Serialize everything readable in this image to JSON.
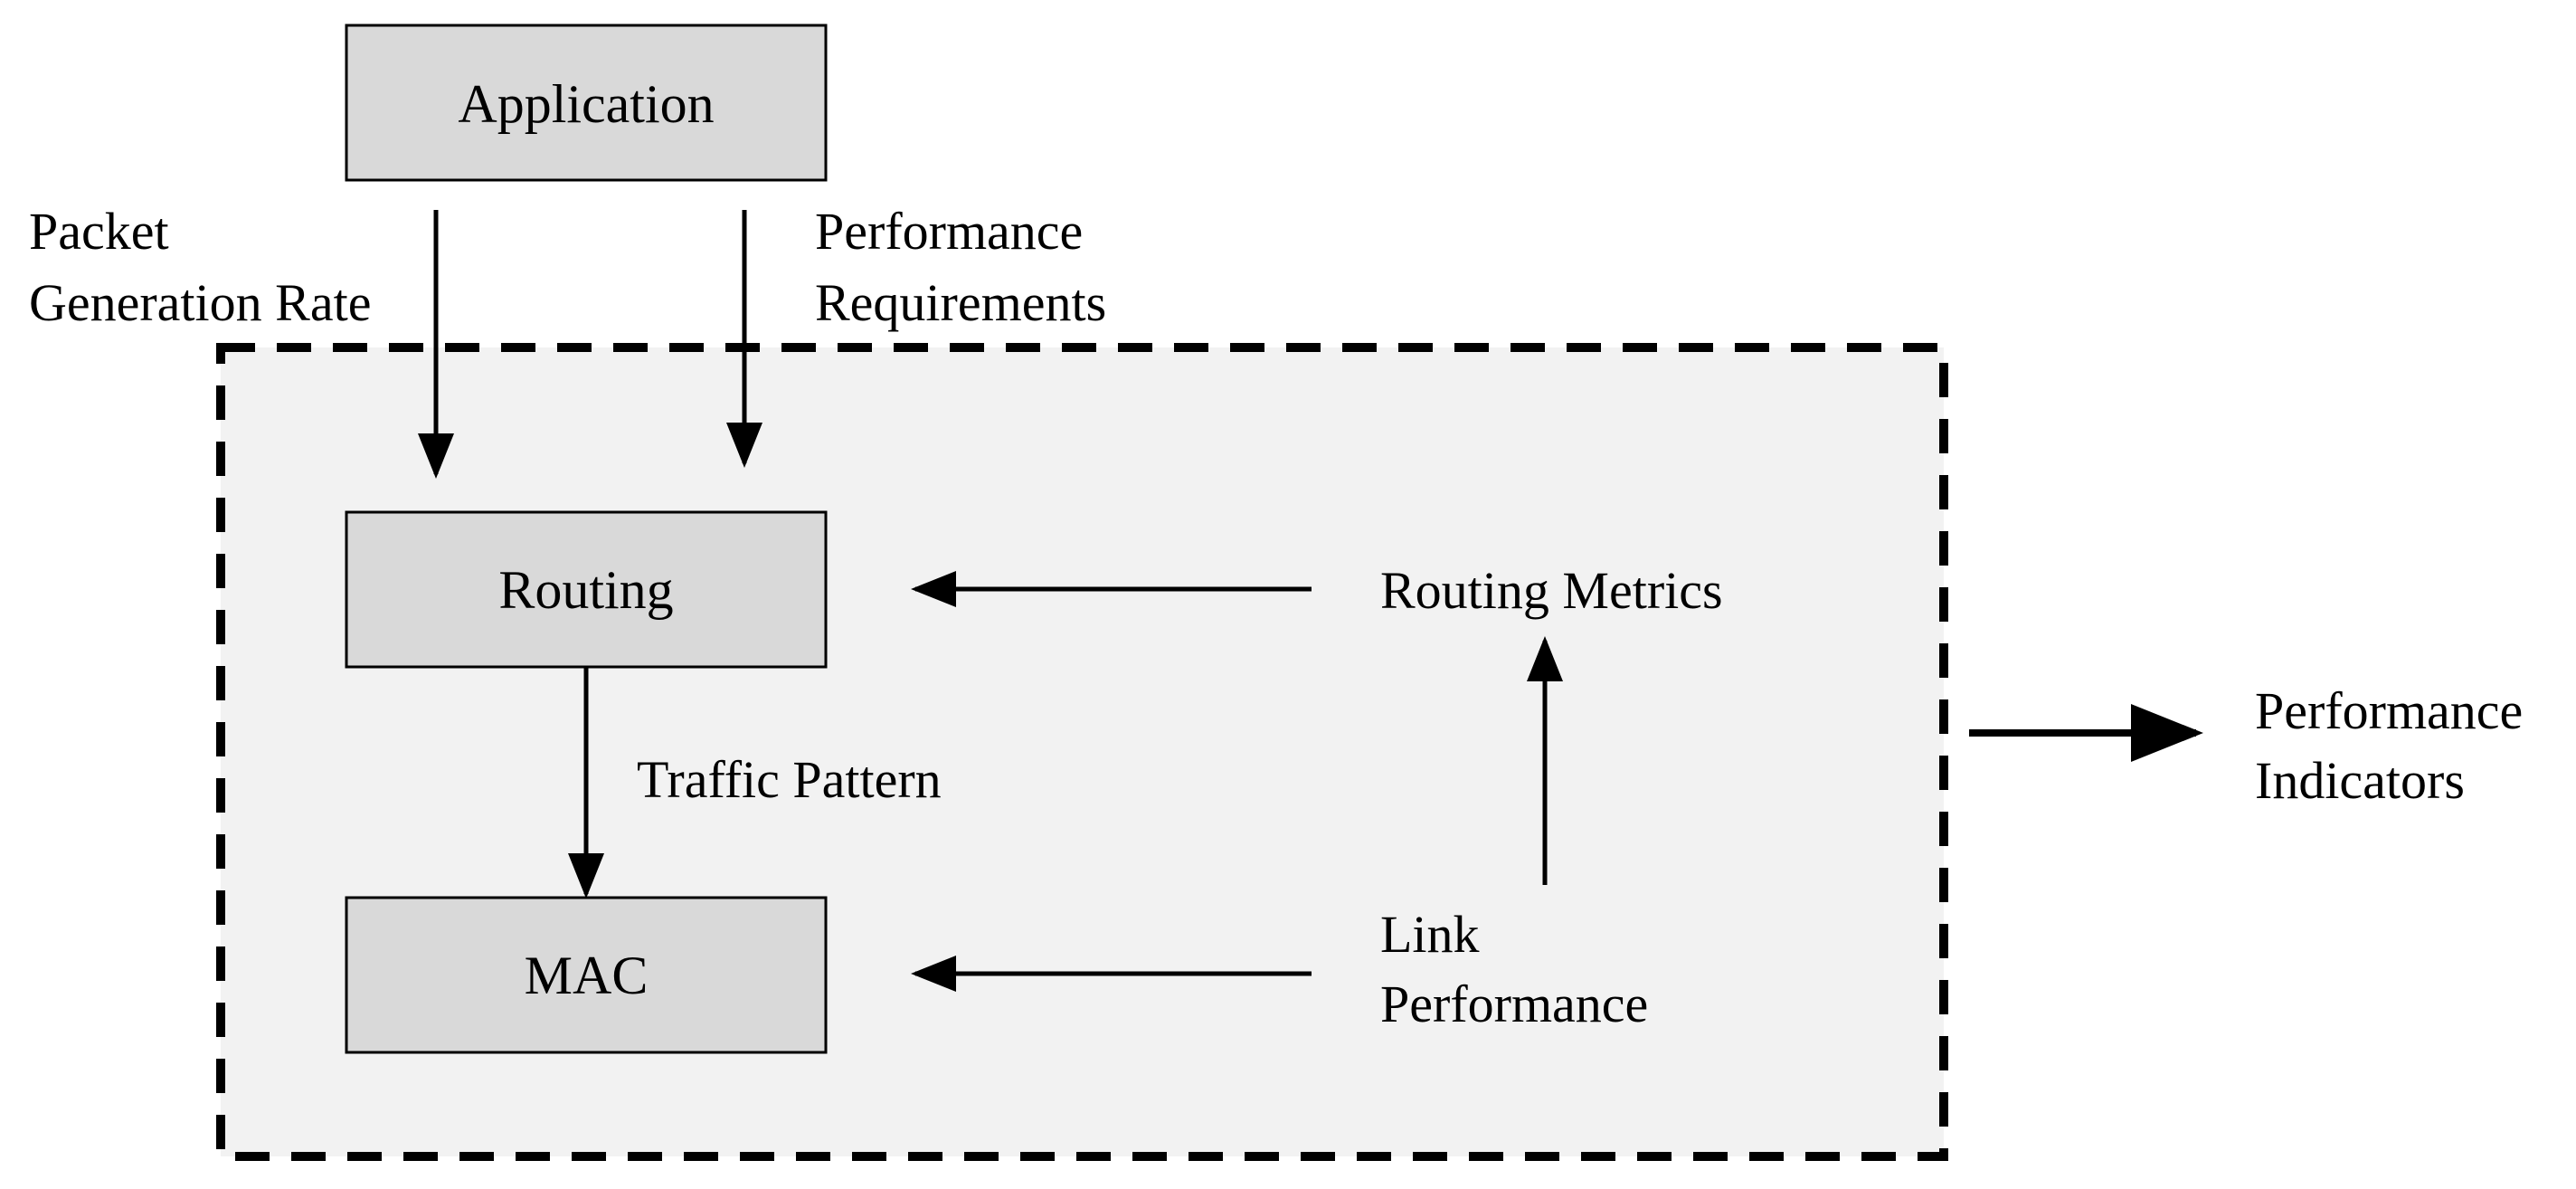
{
  "diagram": {
    "boxes": {
      "application": "Application",
      "routing": "Routing",
      "mac": "MAC"
    },
    "labels": {
      "packet_generation_rate": [
        "Packet",
        "Generation Rate"
      ],
      "performance_requirements": [
        "Performance",
        "Requirements"
      ],
      "traffic_pattern": "Traffic Pattern",
      "routing_metrics": "Routing Metrics",
      "link_performance": [
        "Link",
        "Performance"
      ],
      "performance_indicators": [
        "Performance",
        "Indicators"
      ]
    },
    "colors": {
      "box_fill": "#d9d9d9",
      "region_fill": "#f2f2f2",
      "line": "#000000"
    }
  }
}
